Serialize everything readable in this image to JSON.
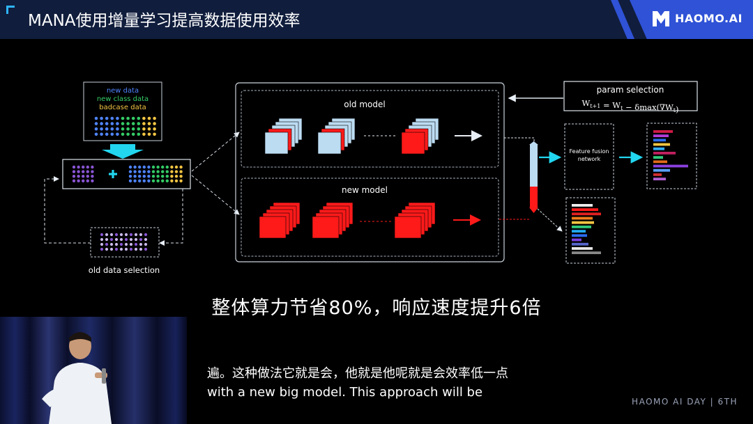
{
  "header": {
    "title": "MANA使用增量学习提高数据使用效率",
    "brand": "HAOMO.AI",
    "accent": "#2f52d6"
  },
  "diagram": {
    "legend": {
      "new_data": "new data",
      "new_class_data": "new class data",
      "badcase_data": "badcase data"
    },
    "old_data_selection": "old data selection",
    "old_model": "old model",
    "new_model": "new model",
    "param_selection": {
      "title": "param selection",
      "formula": "Wt+1 = Wt − δmax(∇Wt)"
    },
    "feature_fusion": "Feature fusion network",
    "colors": {
      "new_data": "#4f84ff",
      "new_class_data": "#33cc66",
      "badcase_data": "#f4c542",
      "old_data": "#8a55d6",
      "arrow": "#22d6f0",
      "red": "#ff1a1a",
      "light": "#bcdcf2"
    }
  },
  "headline": "整体算力节省80%，响应速度提升6倍",
  "subtitles": {
    "zh": "遍。这种做法它就是会，他就是他呢就是会效率低一点",
    "en": "with a new big model. This approach will be"
  },
  "footer": "HAOMO AI DAY | 6TH"
}
